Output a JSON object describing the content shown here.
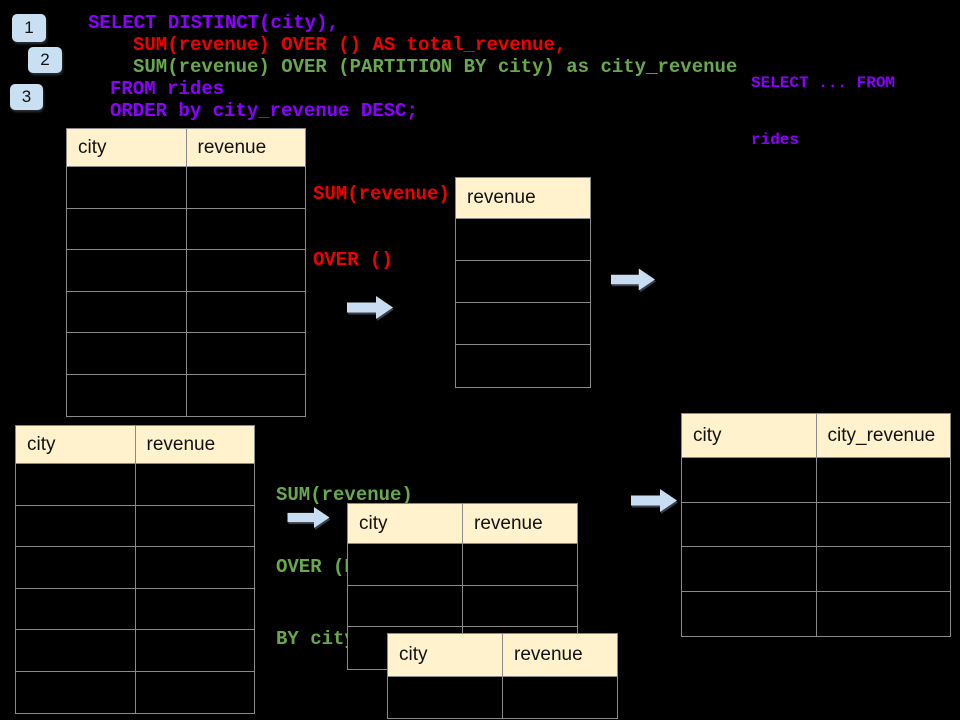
{
  "steps": {
    "badge1": "1",
    "badge2": "2",
    "badge3": "3"
  },
  "sql": {
    "line1": "SELECT DISTINCT(city),",
    "line2": "SUM(revenue) OVER () AS total_revenue,",
    "line3": "SUM(revenue) OVER (PARTITION BY city) as city_revenue",
    "line4": "FROM rides",
    "line5": "ORDER by city_revenue DESC;"
  },
  "side_note": {
    "line1": "SELECT ... FROM",
    "line2": "rides"
  },
  "labels": {
    "total": {
      "line1": "SUM(revenue)",
      "line2": "OVER ()"
    },
    "partition": {
      "line1": "SUM(revenue)",
      "line2": "OVER (PARTITION",
      "line3": "BY city)"
    }
  },
  "tables": {
    "source_top": {
      "headers": [
        "city",
        "revenue"
      ],
      "empty_rows": 6
    },
    "total_result": {
      "headers": [
        "revenue"
      ],
      "empty_rows": 4
    },
    "source_bottom": {
      "headers": [
        "city",
        "revenue"
      ],
      "empty_rows": 6
    },
    "partition_mid": {
      "headers": [
        "city",
        "revenue"
      ],
      "empty_rows": 3
    },
    "partition_overlay": {
      "headers": [
        "city",
        "revenue"
      ],
      "empty_rows": 1
    },
    "city_revenue_result": {
      "headers": [
        "city",
        "city_revenue"
      ],
      "empty_rows": 4
    }
  },
  "colors": {
    "background": "#000000",
    "sql_purple": "#8C00FF",
    "sql_red": "#F00000",
    "sql_green": "#6AA84F",
    "table_header_fill": "#FFF2CC",
    "table_border": "#8A8A8A",
    "arrow_fill": "#C9DDF2",
    "badge_fill": "#C9DFF2"
  }
}
